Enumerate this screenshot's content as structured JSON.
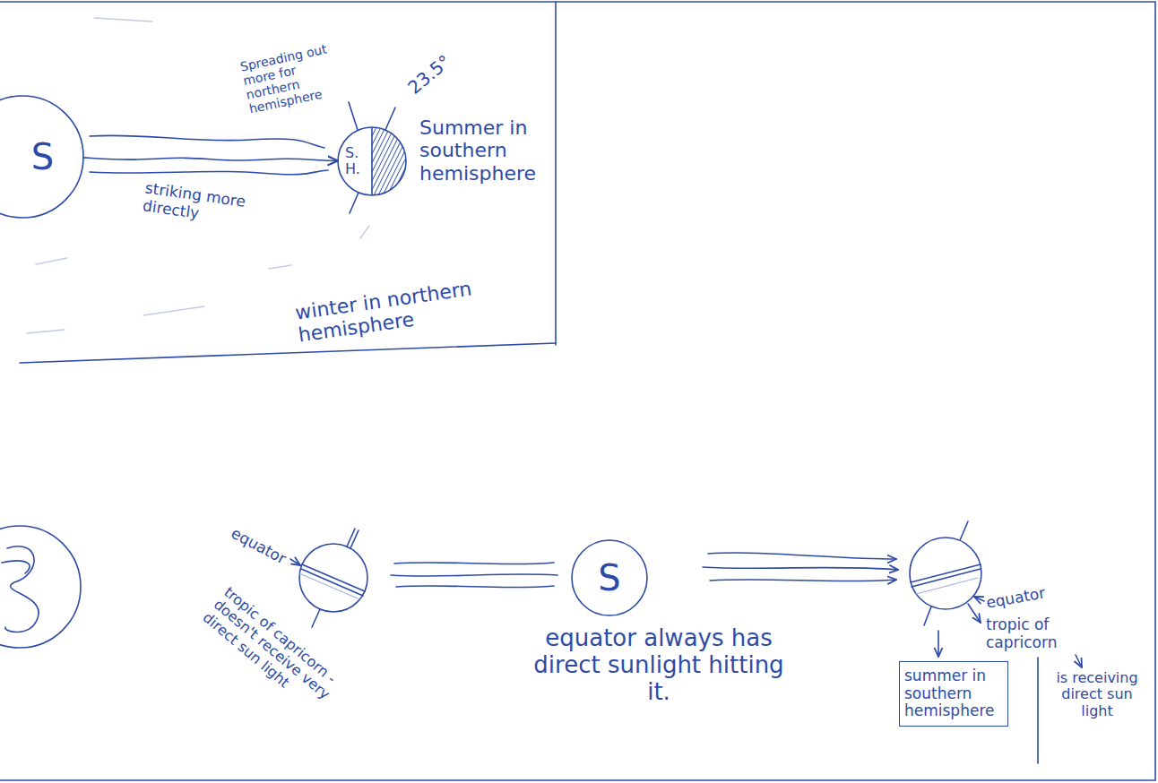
{
  "diagram": {
    "nodes": [
      {
        "text": [
          "S"
        ]
      },
      {
        "text": [
          "S. H."
        ]
      },
      {
        "text": [
          "S"
        ]
      },
      {
        "text": [
          "summer in southern hemisphere"
        ]
      }
    ],
    "edges": [
      {
        "from": 0,
        "to": 1,
        "arrow": "to"
      }
    ],
    "labels": [
      "Spreading out more for northern hemisphere",
      "23.5°",
      "Summer in southern hemisphere",
      "striking more directly",
      "winter in northern hemisphere",
      "equator",
      "tropic of capricorn - doesn't receive very direct sun light",
      "equator always has direct sunlight hitting it.",
      "equator",
      "tropic of capricorn",
      "is receiving direct sun light"
    ]
  }
}
